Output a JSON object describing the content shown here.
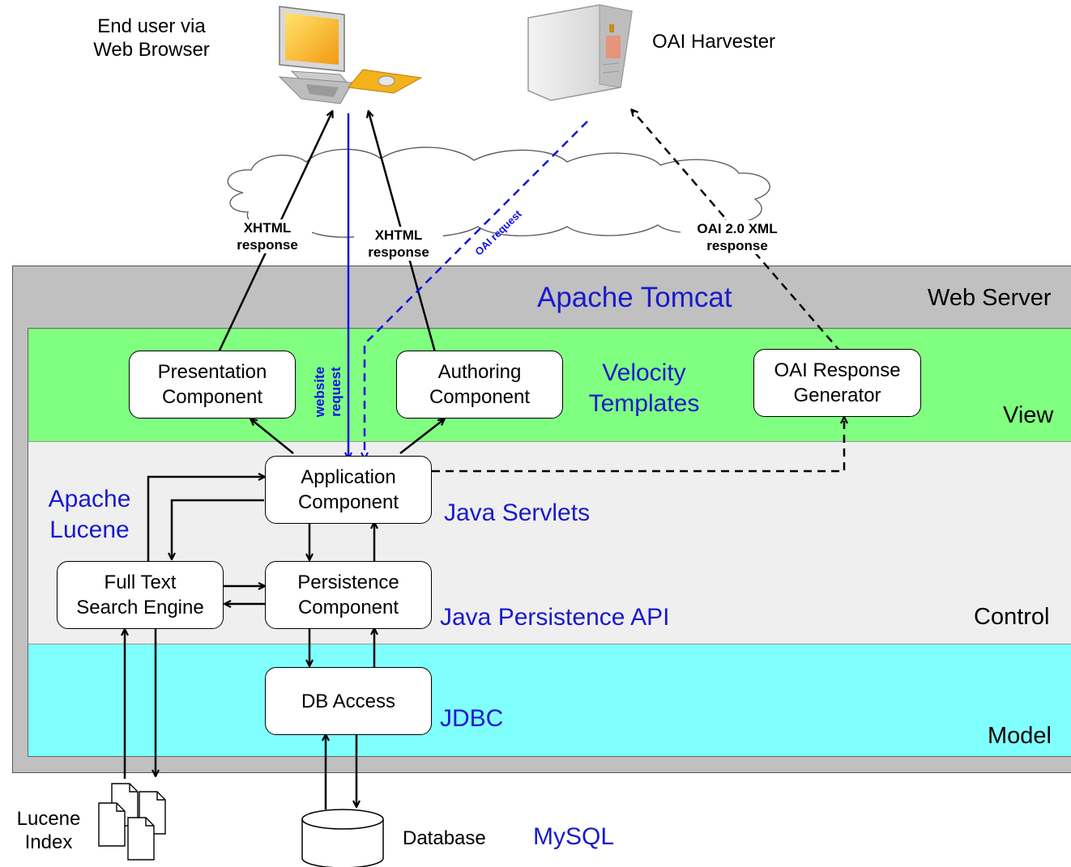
{
  "actors": {
    "end_user": [
      "End user via",
      "Web Browser"
    ],
    "harvester": "OAI Harvester"
  },
  "edge_labels": {
    "xhtml_left": [
      "XHTML",
      "response"
    ],
    "xhtml_right": [
      "XHTML",
      "response"
    ],
    "oai_request": "OAI request",
    "oai_response": [
      "OAI 2.0 XML",
      "response"
    ],
    "website_request": [
      "website",
      "request"
    ]
  },
  "layers": {
    "web_server": "Web Server",
    "view": "View",
    "control": "Control",
    "model": "Model"
  },
  "tech": {
    "tomcat": "Apache Tomcat",
    "velocity": [
      "Velocity",
      "Templates"
    ],
    "lucene": [
      "Apache",
      "Lucene"
    ],
    "servlets": "Java Servlets",
    "jpa": "Java Persistence API",
    "jdbc": "JDBC",
    "mysql": "MySQL"
  },
  "components": {
    "presentation": [
      "Presentation",
      "Component"
    ],
    "authoring": [
      "Authoring",
      "Component"
    ],
    "oai_generator": [
      "OAI Response",
      "Generator"
    ],
    "application": [
      "Application",
      "Component"
    ],
    "fulltext": [
      "Full Text",
      "Search Engine"
    ],
    "persistence": [
      "Persistence",
      "Component"
    ],
    "db_access": "DB Access"
  },
  "storage": {
    "lucene_index": [
      "Lucene",
      "Index"
    ],
    "database": "Database"
  },
  "colors": {
    "web_server_band": "#c0c0c0",
    "view_band": "#80ff80",
    "control_band": "#efefef",
    "model_band": "#80ffff",
    "request_arrow": "#1010e0",
    "tech_text": "#1a1acc"
  }
}
